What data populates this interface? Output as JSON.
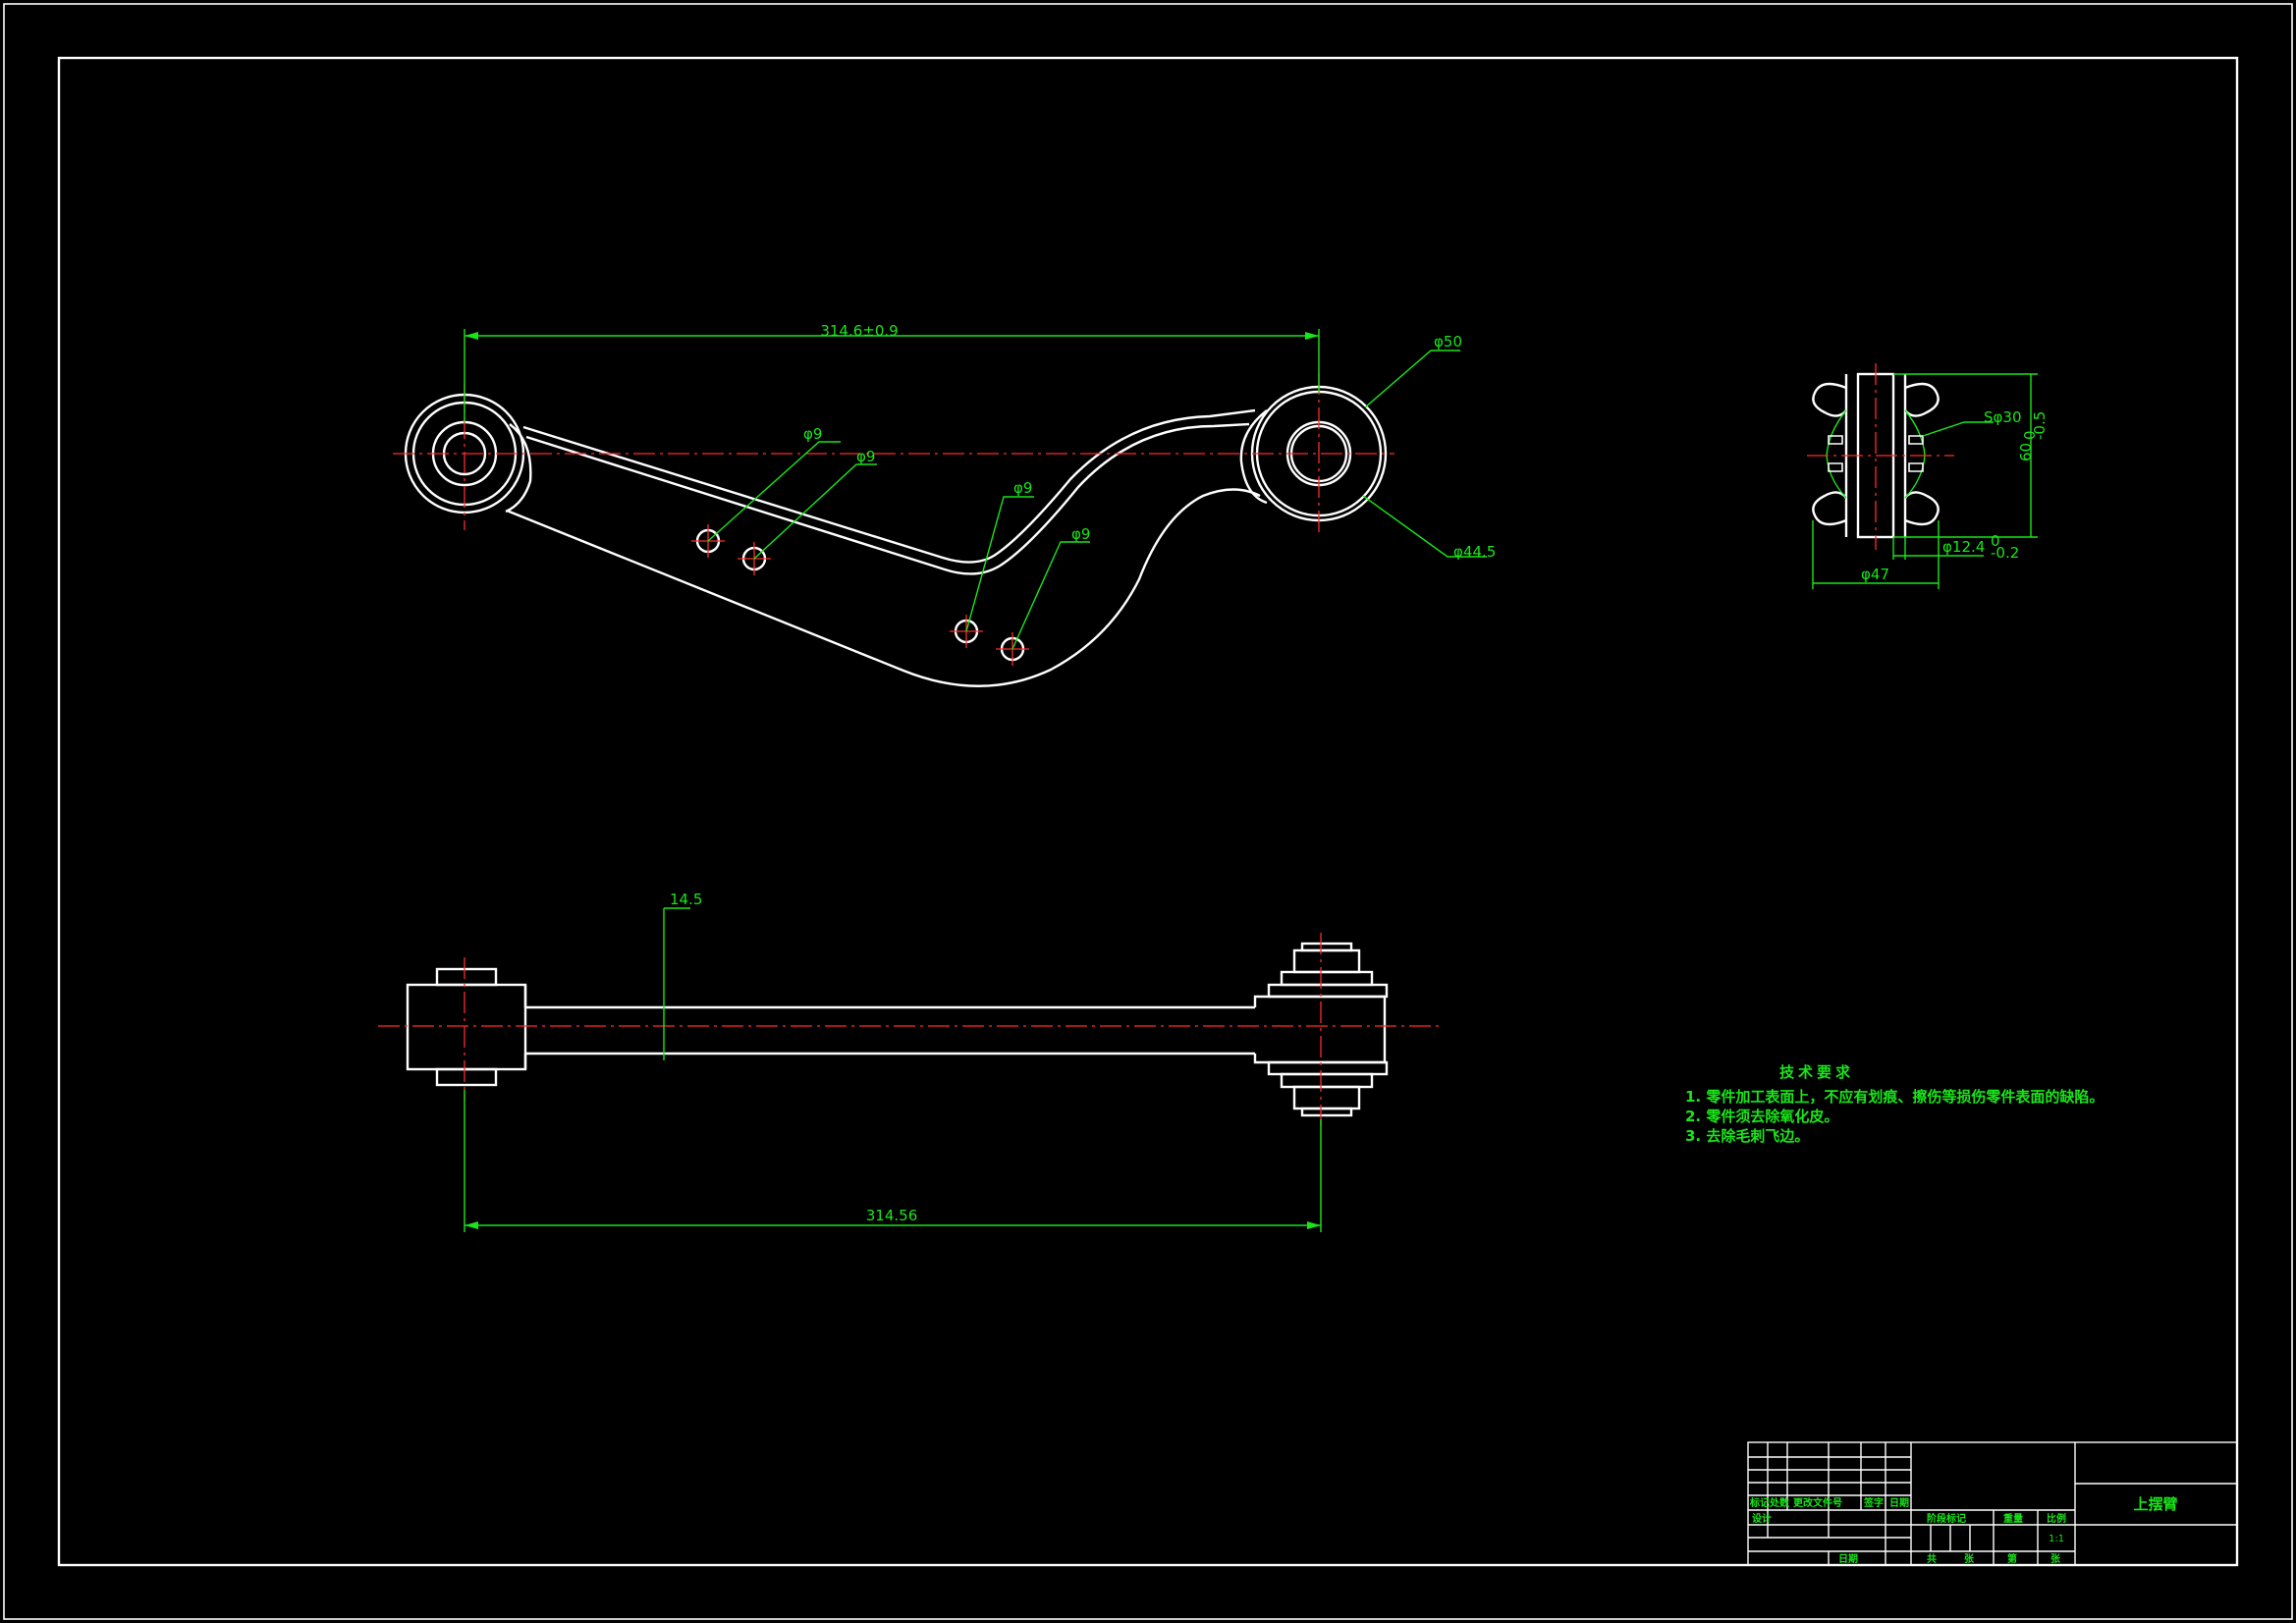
{
  "colors": {
    "background": "#000000",
    "outline": "#ffffff",
    "dimension": "#19e619",
    "centerline": "#ff2a2a"
  },
  "dimensions": {
    "top_length": "314.6±0.9",
    "hole_1": "φ9",
    "hole_2": "φ9",
    "hole_3": "φ9",
    "hole_4": "φ9",
    "outer_diameter": "φ50",
    "inner_diameter": "φ44.5",
    "thickness": "14.5",
    "bottom_length": "314.56",
    "bushing_sphere": "Sφ30",
    "bushing_height": "60",
    "bushing_height_tol_upper": "0",
    "bushing_height_tol_lower": "-0.5",
    "bushing_bore": "φ12.4",
    "bushing_bore_tol_upper": "0",
    "bushing_bore_tol_lower": "-0.2",
    "bushing_width": "φ47"
  },
  "technical_requirements": {
    "title": "技术要求",
    "items": [
      "1. 零件加工表面上，不应有划痕、擦伤等损伤零件表面的缺陷。",
      "2. 零件须去除氧化皮。",
      "3. 去除毛刺飞边。"
    ]
  },
  "title_block": {
    "part_name": "上摆臂",
    "scale": "1:1",
    "labels": {
      "mark": "标记",
      "count": "处数",
      "change_doc": "更改文件号",
      "sign": "签字",
      "date": "日期",
      "design": "设计",
      "stage_mark": "阶段标记",
      "weight": "重量",
      "ratio": "比例",
      "date2": "日期",
      "total": "共",
      "sheet": "张",
      "page": "第",
      "page_sheet": "张"
    }
  }
}
